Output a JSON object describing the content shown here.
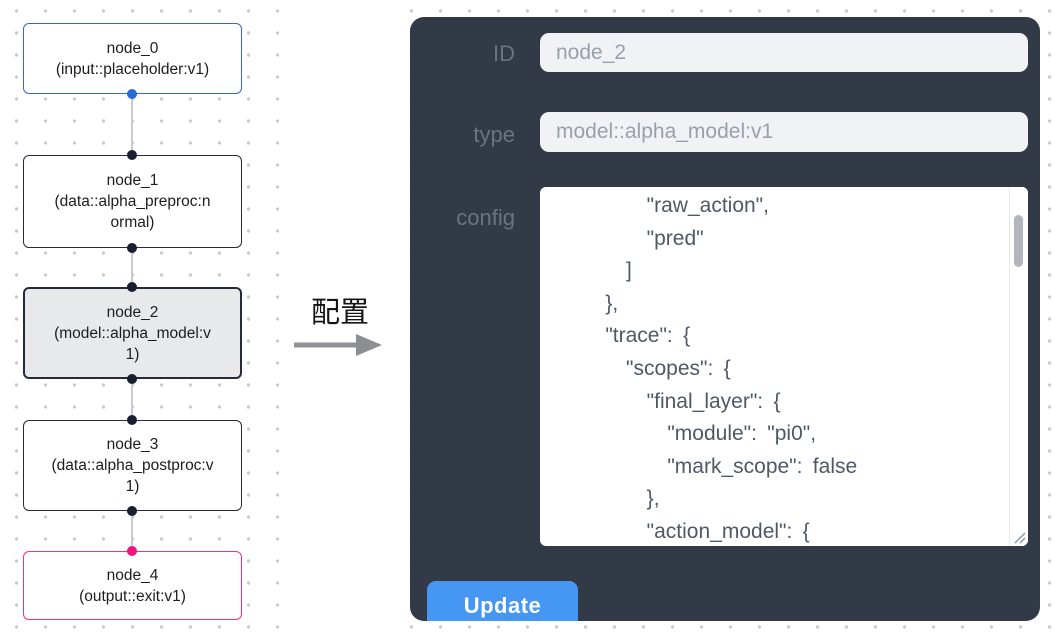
{
  "flow": {
    "nodes": [
      {
        "title": "node_0",
        "subtitle": "(input::placeholder:v1)",
        "kind": "input",
        "selected": false
      },
      {
        "title": "node_1",
        "subtitle": "(data::alpha_preproc:normal)",
        "kind": "data",
        "selected": false
      },
      {
        "title": "node_2",
        "subtitle": "(model::alpha_model:v1)",
        "kind": "model",
        "selected": true
      },
      {
        "title": "node_3",
        "subtitle": "(data::alpha_postproc:v1)",
        "kind": "data",
        "selected": false
      },
      {
        "title": "node_4",
        "subtitle": "(output::exit:v1)",
        "kind": "output",
        "selected": false
      }
    ]
  },
  "annotation": {
    "label": "配置"
  },
  "panel": {
    "fields": [
      {
        "label": "ID",
        "value": "node_2"
      },
      {
        "label": "type",
        "value": "model::alpha_model:v1"
      }
    ],
    "config_label": "config",
    "config_text": "        \"raw_action\",\n        \"pred\"\n      ]\n    },\n    \"trace\": {\n      \"scopes\": {\n        \"final_layer\": {\n          \"module\": \"pi0\",\n          \"mark_scope\": false\n        },\n        \"action_model\": {",
    "update_label": "Update"
  },
  "colors": {
    "panel_bg": "#333a47",
    "input_bg": "#f0f2f5",
    "button_blue": "#4597f3",
    "node_input_border": "#3567cc",
    "node_default_border": "#252b3b",
    "node_output_border": "#ef337e",
    "node_selected_bg": "#e8e9eb",
    "port_blue": "#2a6ad3",
    "port_dark": "#191f2f",
    "port_pink": "#f2137c",
    "edge_gray": "#c9cbcf",
    "grid_dot": "#c6cad1"
  }
}
